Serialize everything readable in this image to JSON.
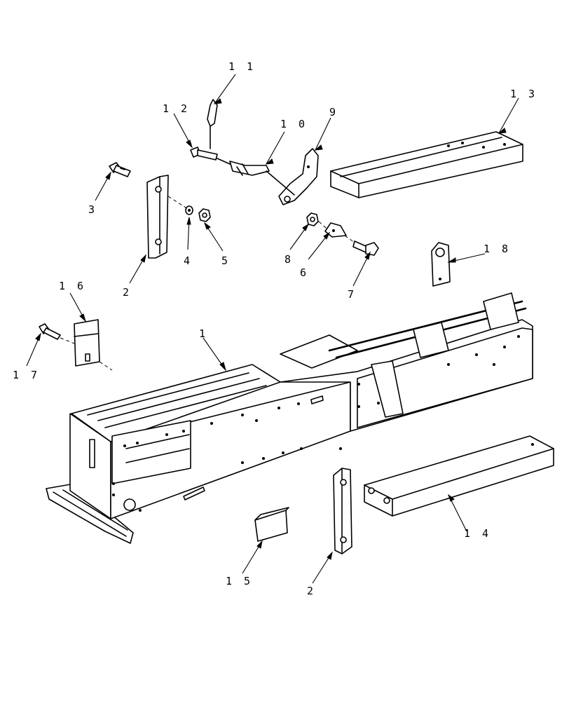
{
  "diagram": {
    "callouts": [
      {
        "id": "c1",
        "text": "1"
      },
      {
        "id": "c2a",
        "text": "2"
      },
      {
        "id": "c2b",
        "text": "2"
      },
      {
        "id": "c3",
        "text": "3"
      },
      {
        "id": "c4",
        "text": "4"
      },
      {
        "id": "c5",
        "text": "5"
      },
      {
        "id": "c6",
        "text": "6"
      },
      {
        "id": "c7",
        "text": "7"
      },
      {
        "id": "c8",
        "text": "8"
      },
      {
        "id": "c9",
        "text": "9"
      },
      {
        "id": "c10",
        "text": "1 0"
      },
      {
        "id": "c11",
        "text": "1 1"
      },
      {
        "id": "c12",
        "text": "1 2"
      },
      {
        "id": "c13",
        "text": "1 3"
      },
      {
        "id": "c14",
        "text": "1 4"
      },
      {
        "id": "c15",
        "text": "1 5"
      },
      {
        "id": "c16",
        "text": "1 6"
      },
      {
        "id": "c17",
        "text": "1 7"
      },
      {
        "id": "c18",
        "text": "1 8"
      }
    ]
  }
}
